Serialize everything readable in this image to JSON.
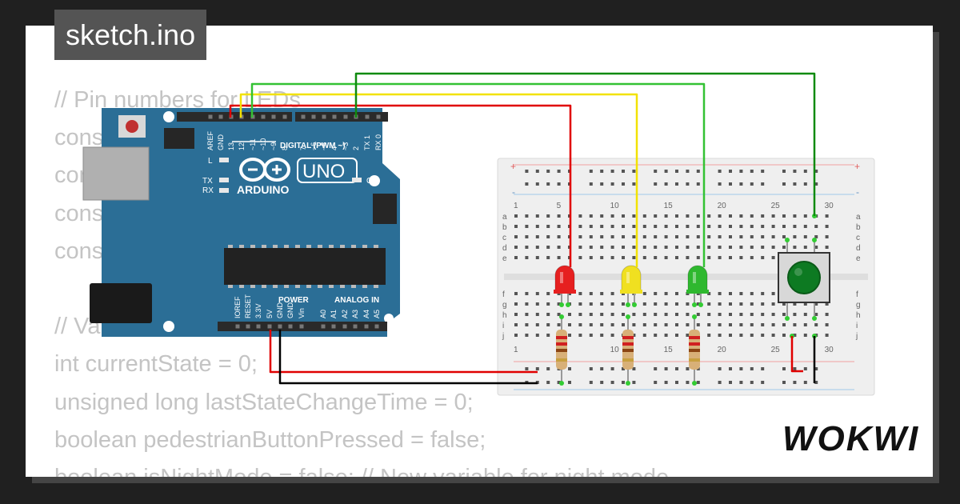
{
  "title": "sketch.ino",
  "brand": "WOKWI",
  "code_lines": [
    "// Pin numbers for LEDs",
    "const int redPin = 13;",
    "const int yellowPin = 12;",
    "const int greenPin = 11;",
    "const int pedestrianButtonPin = 2;",
    "",
    "// Variables to store state",
    "int currentState = 0;",
    "unsigned long lastStateChangeTime = 0;",
    "boolean pedestrianButtonPressed = false;",
    "boolean isNightMode = false; // New variable for night mode"
  ],
  "arduino": {
    "board_name": "UNO",
    "brand": "ARDUINO",
    "digital_label": "DIGITAL (PWM ~)",
    "digital_pins": [
      "AREF",
      "GND",
      "13",
      "12",
      "~11",
      "~10",
      "~9",
      "8",
      "7",
      "~6",
      "~5",
      "4",
      "~3",
      "2",
      "TX 1",
      "RX 0"
    ],
    "power_label": "POWER",
    "analog_label": "ANALOG IN",
    "power_pins": [
      "IOREF",
      "RESET",
      "3.3V",
      "5V",
      "GND",
      "GND",
      "Vin"
    ],
    "analog_pins": [
      "A0",
      "A1",
      "A2",
      "A3",
      "A4",
      "A5"
    ],
    "led_labels": [
      "L",
      "TX",
      "RX"
    ],
    "on_label": "ON",
    "colors": {
      "board": "#2b6e96",
      "header": "#2a2a2a",
      "chip": "#222222"
    }
  },
  "breadboard": {
    "column_numbers": [
      "1",
      "5",
      "10",
      "15",
      "20",
      "25",
      "30"
    ],
    "row_letters_top": [
      "a",
      "b",
      "c",
      "d",
      "e"
    ],
    "row_letters_bottom": [
      "f",
      "g",
      "h",
      "i",
      "j"
    ],
    "plus": "+",
    "minus": "-"
  },
  "components": {
    "leds": [
      {
        "name": "red-led",
        "color": "#e62020"
      },
      {
        "name": "yellow-led",
        "color": "#f0e020"
      },
      {
        "name": "green-led",
        "color": "#2fb82f"
      }
    ],
    "button_color": "#0d7a22",
    "wire_colors": {
      "red": "#e00000",
      "yellow": "#f2e200",
      "green_light": "#33c233",
      "green_dark": "#0f8a0f",
      "black": "#000000"
    }
  }
}
